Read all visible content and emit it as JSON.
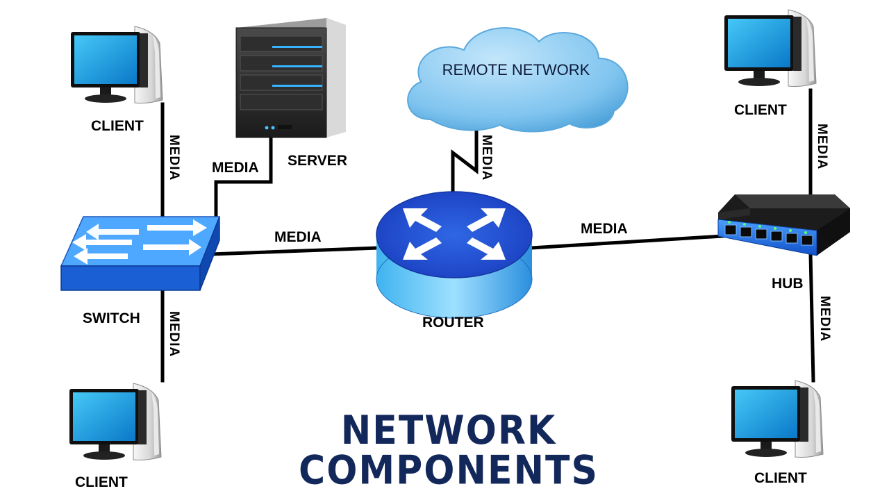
{
  "title": "NETWORK COMPONENTS",
  "nodes": {
    "cloud": "REMOTE NETWORK",
    "server": "SERVER",
    "switch": "SWITCH",
    "router": "ROUTER",
    "hub": "HUB",
    "client_top_left": "CLIENT",
    "client_bottom_left": "CLIENT",
    "client_top_right": "CLIENT",
    "client_bottom_right": "CLIENT"
  },
  "links": {
    "client_top_left_switch": "MEDIA",
    "server_switch": "MEDIA",
    "switch_client_bottom_left": "MEDIA",
    "switch_router": "MEDIA",
    "router_cloud": "MEDIA",
    "router_hub": "MEDIA",
    "hub_client_top_right": "MEDIA",
    "hub_client_bottom_right": "MEDIA"
  },
  "colors": {
    "device_blue": "#1f5fd6",
    "screen_blue": "#1aa4e8",
    "cloud_blue": "#7fc4ef",
    "title_navy": "#13285a"
  },
  "icons": {
    "client": "desktop-computer-icon",
    "server": "server-tower-icon",
    "switch": "network-switch-icon",
    "router": "router-icon",
    "hub": "network-hub-icon",
    "cloud": "cloud-icon"
  }
}
